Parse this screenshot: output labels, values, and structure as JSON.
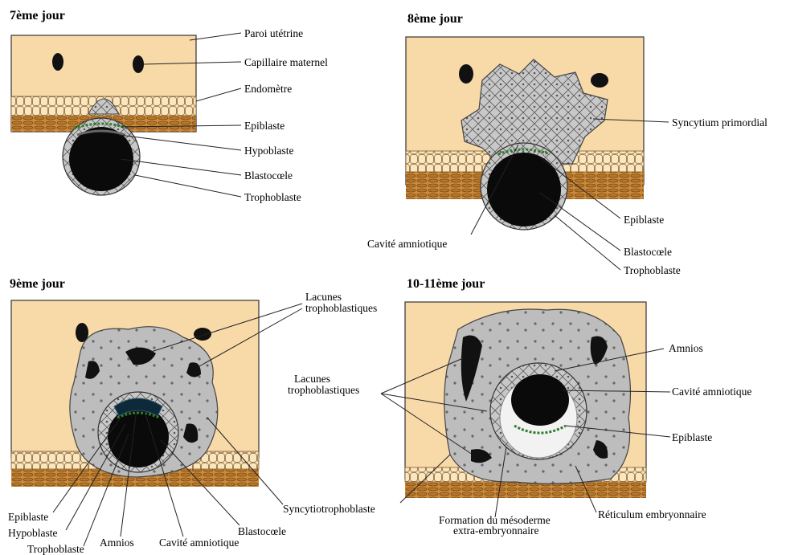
{
  "panels": {
    "day7": {
      "title": "7ème jour",
      "labels": {
        "paroi": "Paroi utétrine",
        "capillaire": "Capillaire maternel",
        "endometre": "Endomètre",
        "epiblaste": "Epiblaste",
        "hypoblaste": "Hypoblaste",
        "blastocoele": "Blastocœle",
        "trophoblaste": "Trophoblaste"
      }
    },
    "day8": {
      "title": "8ème jour",
      "labels": {
        "syncytium": "Syncytium primordial",
        "epiblaste": "Epiblaste",
        "cavite": "Cavité amniotique",
        "blastocoele": "Blastocœle",
        "trophoblaste": "Trophoblaste"
      }
    },
    "day9": {
      "title": "9ème jour",
      "labels": {
        "lacunes_l1": "Lacunes",
        "lacunes_l2": "trophoblastiques",
        "epiblaste": "Epiblaste",
        "hypoblaste": "Hypoblaste",
        "trophoblaste": "Trophoblaste",
        "amnios": "Amnios",
        "cavite": "Cavité amniotique",
        "blastocoele": "Blastocœle",
        "syncytio": "Syncytiotrophoblaste"
      }
    },
    "day10": {
      "title": "10-11ème jour",
      "labels": {
        "amnios": "Amnios",
        "lacunes_l1": "Lacunes",
        "lacunes_l2": "trophoblastiques",
        "cavite": "Cavité amniotique",
        "epiblaste": "Epiblaste",
        "formation_l1": "Formation du mésoderme",
        "formation_l2": "extra-embryonnaire",
        "reticulum": "Réticulum embryonnaire"
      }
    }
  },
  "colors": {
    "uterine_wall": "#f8d9a8",
    "stroma": "#c98a3a",
    "syncytium": "#b9b9b9",
    "cavity": "#0a0a0a",
    "epiblast_layer": "#2f7d2f"
  }
}
